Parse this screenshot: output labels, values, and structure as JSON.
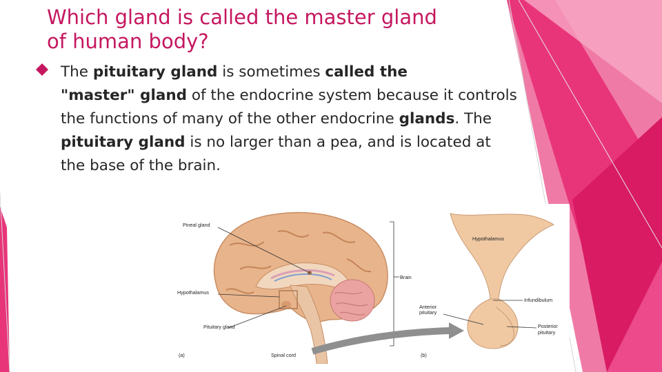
{
  "title": {
    "line1": "Which gland is called the master gland",
    "line2": "of human body?"
  },
  "bullet": {
    "icon": "diamond-bullet-icon",
    "segments": [
      {
        "text": "The ",
        "bold": false
      },
      {
        "text": "pituitary gland",
        "bold": true
      },
      {
        "text": " is sometimes ",
        "bold": false
      },
      {
        "text": "called the",
        "bold": true
      },
      {
        "text": "\"master\" gland",
        "bold": true
      },
      {
        "text": " of the endocrine system because it controls the functions of many of the other endocrine ",
        "bold": false
      },
      {
        "text": "glands",
        "bold": true
      },
      {
        "text": ". The ",
        "bold": false
      },
      {
        "text": "pituitary gland",
        "bold": true
      },
      {
        "text": " is no larger than a pea, and is located at the base of the brain.",
        "bold": false
      }
    ]
  },
  "figure": {
    "labels": {
      "pineal": "Pineal gland",
      "hypothalamus_a": "Hypothalamus",
      "pituitary": "Pituitary gland",
      "brain": "Brain",
      "spinal": "Spinal cord",
      "panel_a": "(a)",
      "panel_b": "(b)",
      "hypothalamus_b": "Hypothalamus",
      "anterior_1": "Anterior",
      "anterior_2": "pituitary",
      "infundibulum": "Infundibulum",
      "posterior_1": "Posterior",
      "posterior_2": "pituitary"
    }
  },
  "colors": {
    "accent": "#e6296f",
    "title": "#c5175f",
    "text": "#262626",
    "brain": "#e8b48c",
    "gland": "#f0c9a3"
  }
}
